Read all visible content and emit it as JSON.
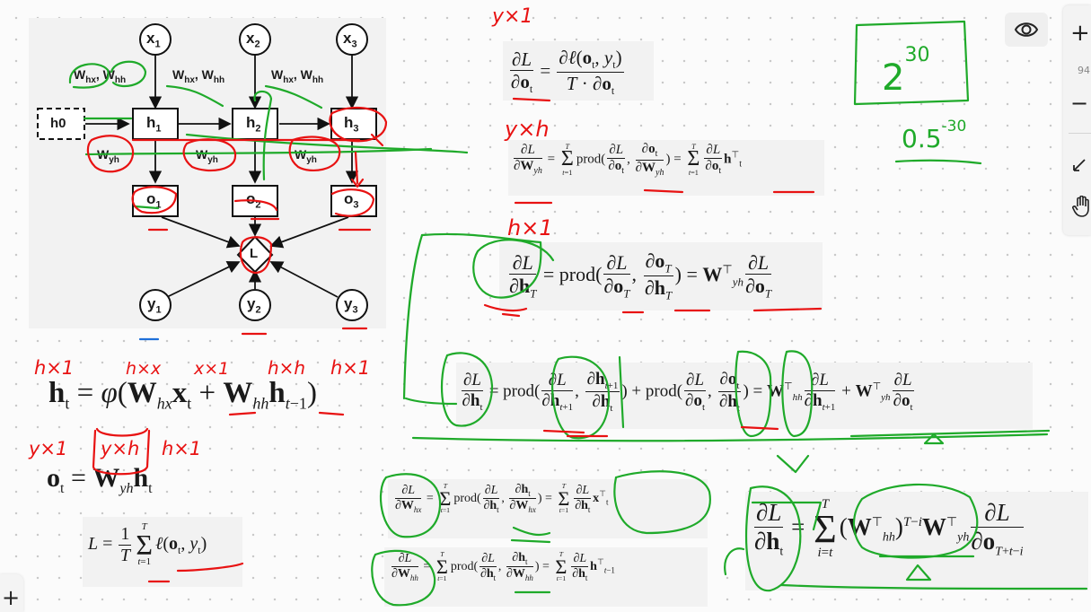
{
  "toolbar": {
    "zoom_text": "94",
    "plus_label": "+",
    "minus_label": "−",
    "corner_plus_label": "+"
  },
  "diagram": {
    "x1": "x",
    "x1_sub": "1",
    "x2": "x",
    "x2_sub": "2",
    "x3": "x",
    "x3_sub": "3",
    "h0": "h0",
    "h1": "h",
    "h1_sub": "1",
    "h2": "h",
    "h2_sub": "2",
    "h3": "h",
    "h3_sub": "3",
    "o1": "o",
    "o1_sub": "1",
    "o2": "o",
    "o2_sub": "2",
    "o3": "o",
    "o3_sub": "3",
    "y1": "y",
    "y1_sub": "1",
    "y2": "y",
    "y2_sub": "2",
    "y3": "y",
    "y3_sub": "3",
    "L": "L",
    "w_in_1": "W",
    "w_in_1_sub": "hx",
    "w_in_1b": ", W",
    "w_in_1b_sub": "hh",
    "w_in_2": "W",
    "w_in_2_sub": "hx",
    "w_in_2b": ", W",
    "w_in_2b_sub": "hh",
    "w_in_3": "W",
    "w_in_3_sub": "hx",
    "w_in_3b": ", W",
    "w_in_3b_sub": "hh",
    "wyh_1": "W",
    "wyh_1_sub": "yh",
    "wyh_2": "W",
    "wyh_2_sub": "yh",
    "wyh_3": "W",
    "wyh_3_sub": "yh"
  },
  "annotations": {
    "yx1_top": "y×1",
    "yxh": "y×h",
    "hx1": "h×1",
    "ht_dims": [
      "h×1",
      "h×x",
      "x×1",
      "h×h",
      "h×1"
    ],
    "ot_dims": [
      "y×1",
      "y×h",
      "h×1"
    ],
    "two_power_base": "2",
    "two_power_exp": "30",
    "half_base": "0.5",
    "half_exp": "-30"
  },
  "equations": {
    "ht": "h_t = φ(W_hx x_t + W_hh h_{t−1})",
    "ot": "o_t = W_yh h_t",
    "loss": "L = 1/T Σ_{t=1}^{T} ℓ(o_t, y_t)",
    "dL_do": "∂L/∂o_t = ∂ℓ(o_t, y_t)/(T · ∂o_t)",
    "dL_dWyh": "∂L/∂W_yh = Σ_{t=1}^{T} prod(∂L/∂o_t, ∂o_t/∂W_yh) = Σ_{t=1}^{T} ∂L/∂o_t h_t^⊤",
    "dL_dhT": "∂L/∂h_T = prod(∂L/∂o_T, ∂o_T/∂h_T) = W_yh^⊤ ∂L/∂o_T",
    "dL_dht": "∂L/∂h_t = prod(∂L/∂h_{t+1}, ∂h_{t+1}/∂h_t) + prod(∂L/∂o_t, ∂o_t/∂h_t) = W_hh^⊤ ∂L/∂h_{t+1} + W_yh^⊤ ∂L/∂o_t",
    "dL_dWhx": "∂L/∂W_hx = Σ_{t=1}^{T} prod(∂L/∂h_t, ∂h_t/∂W_hx) = Σ_{t=1}^{T} ∂L/∂h_t x_t^⊤",
    "dL_dWhh": "∂L/∂W_hh = Σ_{t=1}^{T} prod(∂L/∂h_t, ∂h_t/∂W_hh) = Σ_{t=1}^{T} ∂L/∂h_t h_{t−1}^⊤",
    "closed_form": "∂L/∂h_t = Σ_{i=t}^{T} (W_hh^⊤)^{T−i} W_yh^⊤ ∂L/∂o_{T+t−i}"
  },
  "colors": {
    "red_ink": "#e81212",
    "green_ink": "#1faa2a",
    "blue_ink": "#1e6fd9",
    "diagram_bg": "#f3f3f3"
  },
  "icons": [
    "eye-icon",
    "plus-icon",
    "minus-icon",
    "pointer-icon",
    "hand-icon",
    "corner-plus-icon"
  ]
}
